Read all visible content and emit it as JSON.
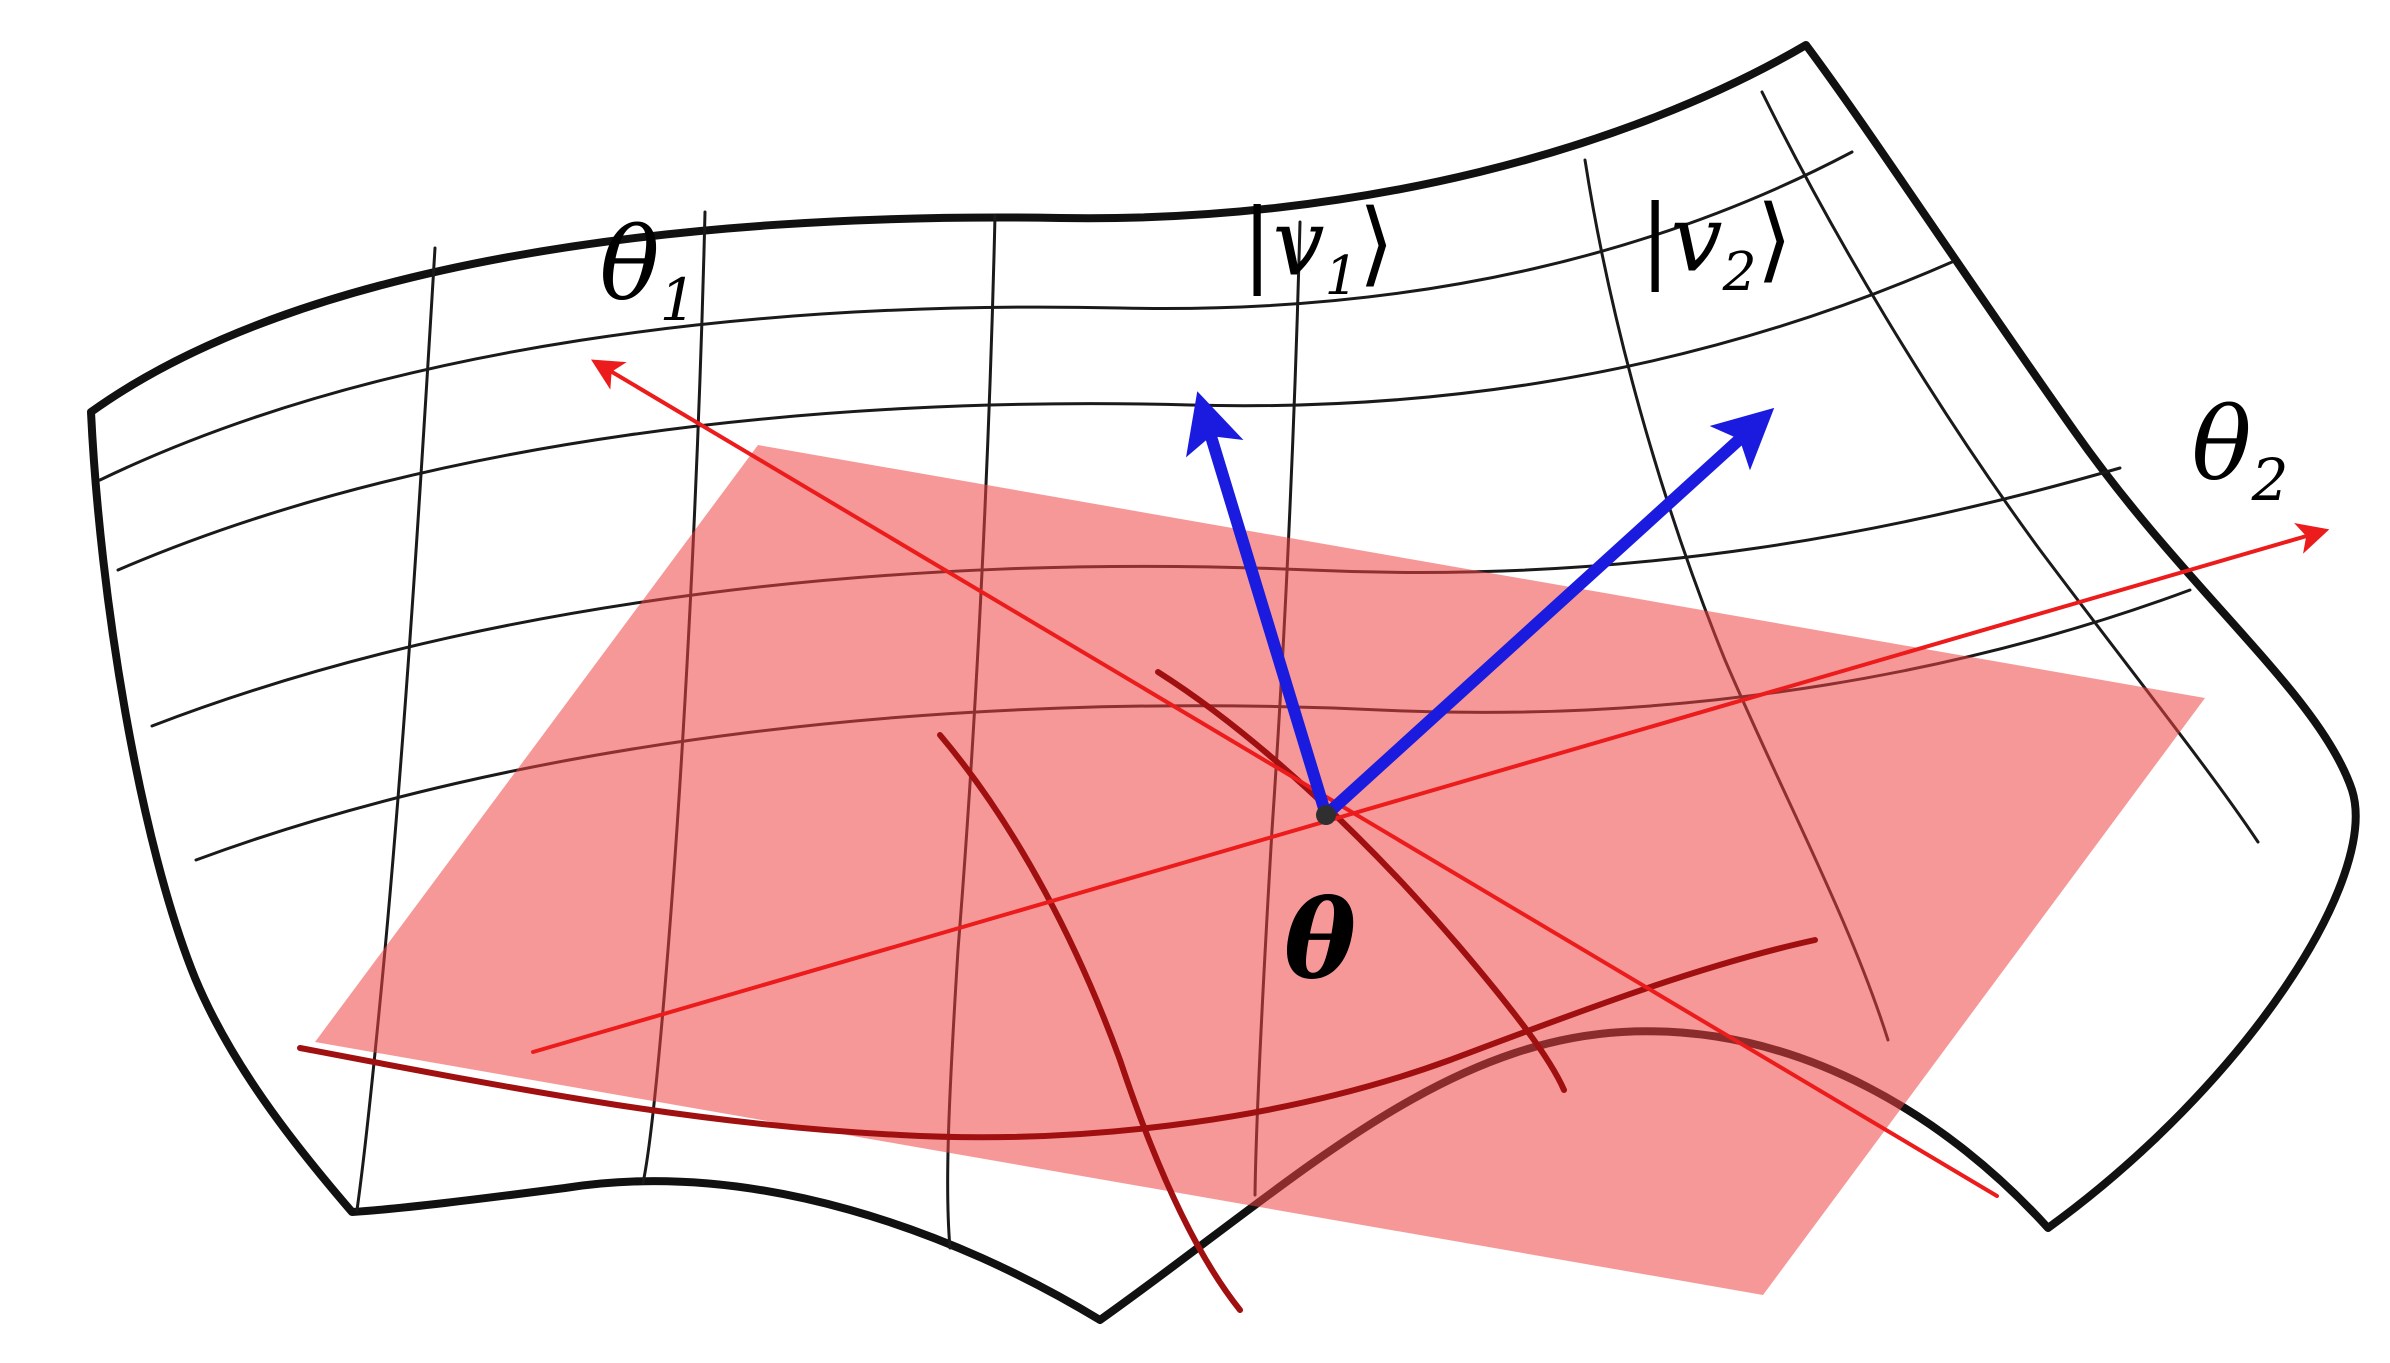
{
  "labels": {
    "theta1": {
      "base": "θ",
      "sub": "1"
    },
    "theta2": {
      "base": "θ",
      "sub": "2"
    },
    "v1": {
      "open": "|",
      "base": "v",
      "sub": "1",
      "close": "⟩"
    },
    "v2": {
      "open": "|",
      "base": "v",
      "sub": "2",
      "close": "⟩"
    },
    "theta_point": {
      "base": "θ"
    }
  },
  "colors": {
    "surface_outline": "#111111",
    "grid_line": "#1a1a1a",
    "tangent_plane_fill": "#f04343",
    "axis_red": "#ec1c1c",
    "coordinate_curve_red": "#a01010",
    "vector_blue": "#1b1bdf",
    "point_dot": "#2f2f2f"
  }
}
